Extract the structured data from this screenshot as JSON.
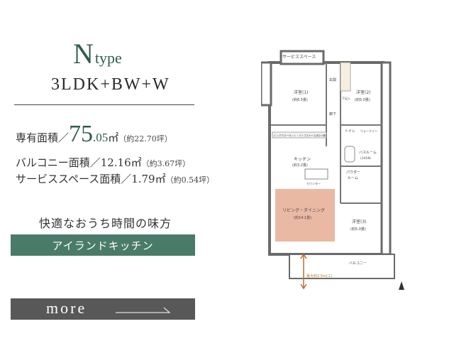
{
  "header": {
    "type_letter": "N",
    "type_word": "type",
    "plan_name": "3LDK+BW+W"
  },
  "areas": {
    "exclusive": {
      "label": "専有面積／",
      "value_int": "75",
      "value_dec": ".05",
      "unit": "㎡",
      "tsubo": "（約22.70坪）"
    },
    "balcony": {
      "label": "バルコニー面積／",
      "value": "12.16",
      "unit": "㎡",
      "tsubo": "（約3.67坪）"
    },
    "service": {
      "label": "サービススペース面積／",
      "value": "1.79",
      "unit": "㎡",
      "tsubo": "（約0.54坪）"
    }
  },
  "feature": {
    "heading": "快適なおうち時間の味方",
    "label": "アイランドキッチン"
  },
  "more_button": {
    "label": "more"
  },
  "floor_plan": {
    "service_space": "サービススペース",
    "entrance": "玄関",
    "shoes": "下足入",
    "hall": "廊下",
    "room1": "洋室(1)",
    "room1_size": "(約6.5畳)",
    "room2": "洋室(2)",
    "room2_size": "(約5.0畳)",
    "toilet": "トイレ",
    "walk_in": "ウォークイン",
    "closet_bar": "ビッグクローゼット・パイプスペース(約2.0畳)",
    "kitchen": "キッチン",
    "kitchen_size": "(約3.2畳)",
    "bathroom": "バスルーム",
    "bathroom_size": "(1418)",
    "powder": "パウダー",
    "powder_room": "ルーム",
    "ldk": "リビング・ダイニング",
    "ldk_size": "(約14.1畳)",
    "room3": "洋室(3)",
    "room3_size": "(約5.0畳)",
    "counter": "カウンター",
    "balcony": "バルコニー",
    "depth": "最大約2.5m(エ)",
    "colors": {
      "ldk_fill": "#eab9a3",
      "wall": "#6a6a6a",
      "depth_line": "#b8702d"
    }
  }
}
